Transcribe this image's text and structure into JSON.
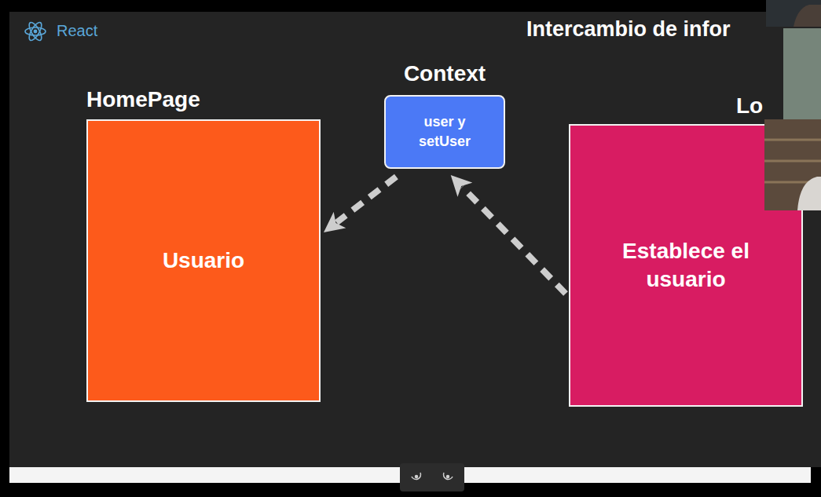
{
  "diagram": {
    "title": "Intercambio de infor",
    "nodes": [
      {
        "text": [
          "HomePage",
          "Usuario"
        ]
      },
      {
        "text": [
          "Context",
          "user y setUser"
        ]
      },
      {
        "text": [
          "Lo",
          "Establece el usuario"
        ]
      }
    ],
    "edges": [
      {
        "from": 1,
        "to": 0,
        "arrow": "to"
      },
      {
        "from": 2,
        "to": 1,
        "arrow": "to"
      }
    ],
    "labels": [
      "React"
    ]
  }
}
